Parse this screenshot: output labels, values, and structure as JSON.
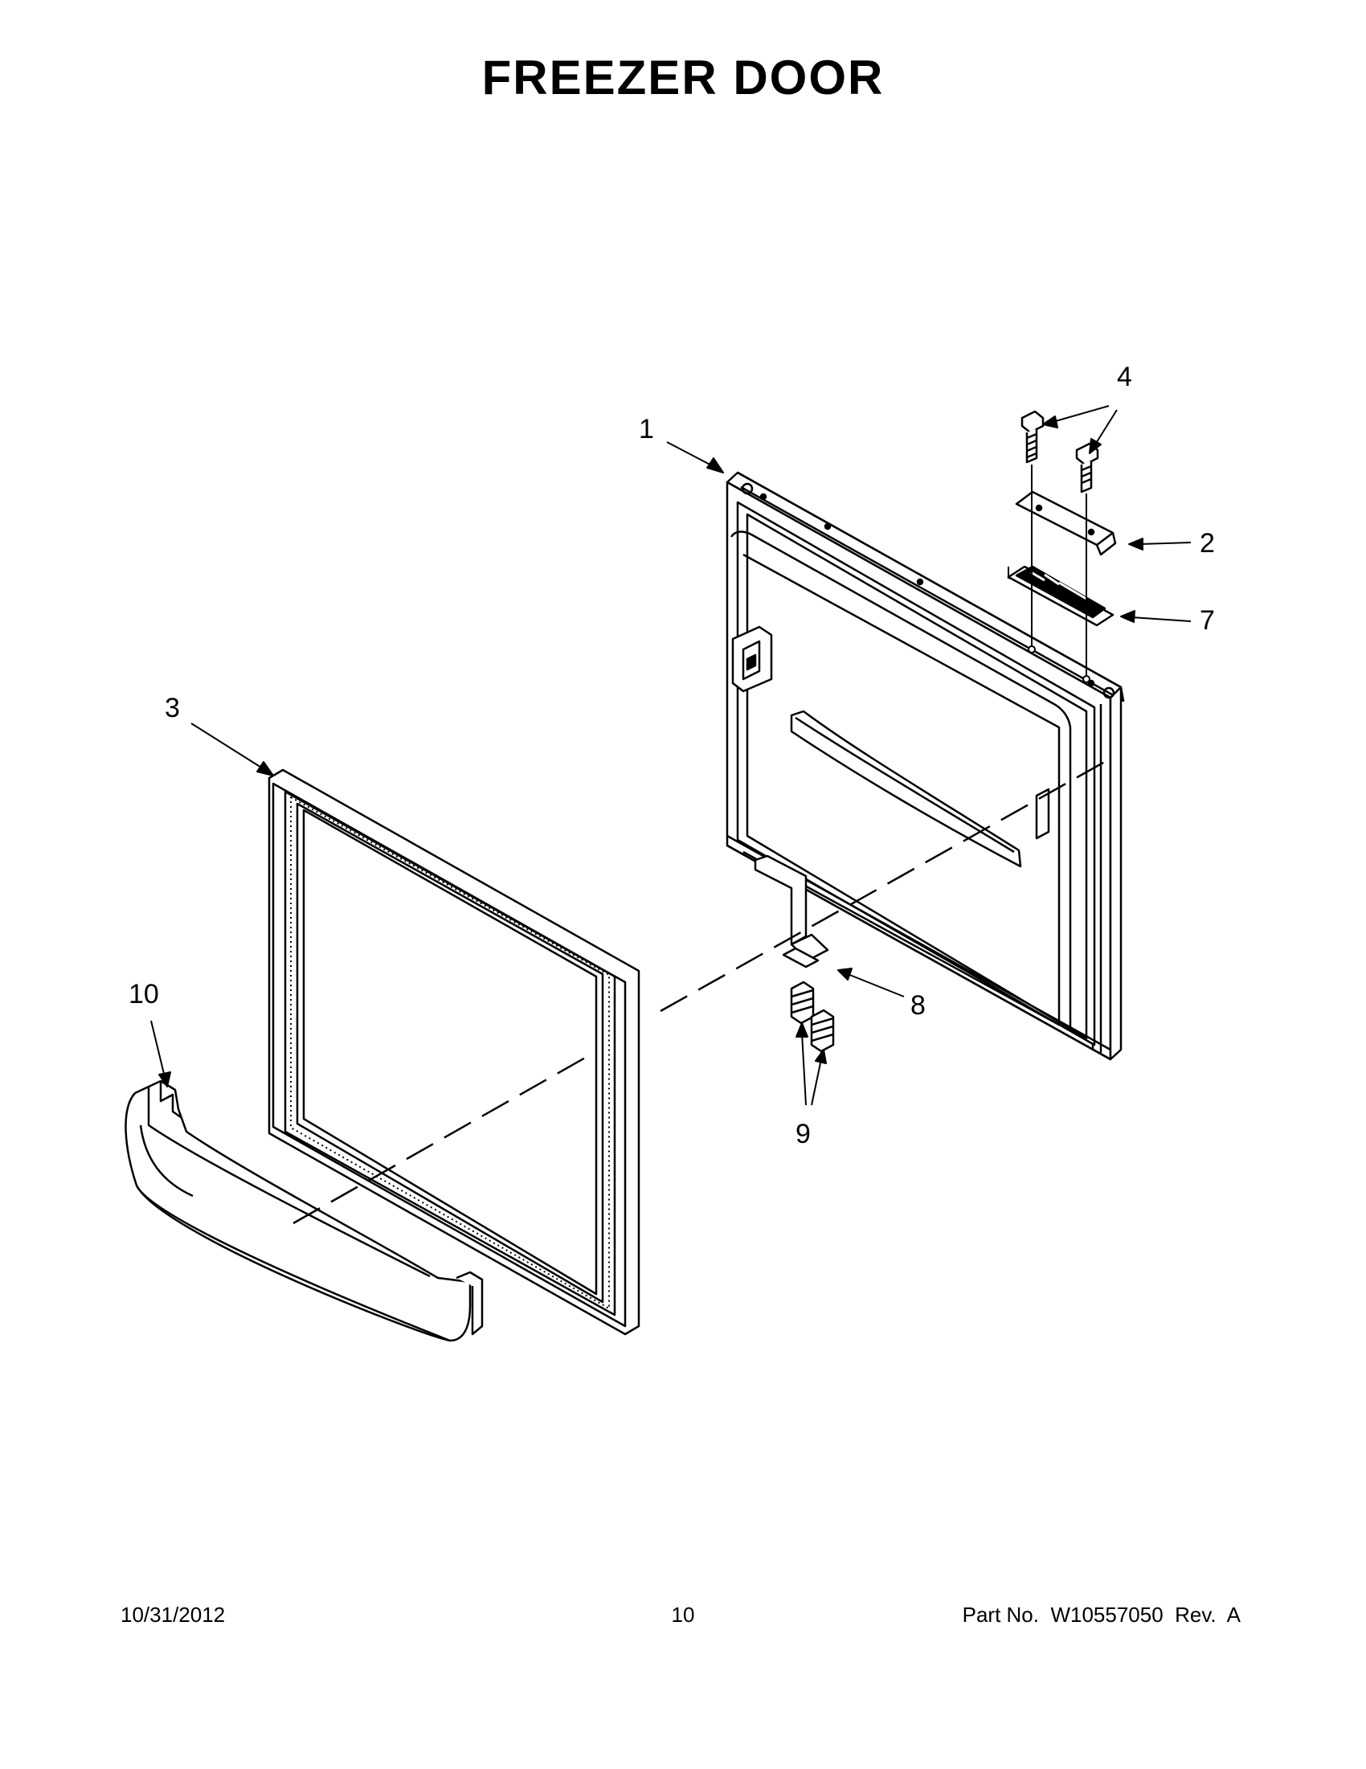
{
  "title": "FREEZER DOOR",
  "callouts": [
    {
      "id": "c1",
      "label": "1"
    },
    {
      "id": "c2",
      "label": "2"
    },
    {
      "id": "c3",
      "label": "3"
    },
    {
      "id": "c4",
      "label": "4"
    },
    {
      "id": "c7",
      "label": "7"
    },
    {
      "id": "c8",
      "label": "8"
    },
    {
      "id": "c9",
      "label": "9"
    },
    {
      "id": "c10",
      "label": "10"
    }
  ],
  "footer": {
    "date": "10/31/2012",
    "page": "10",
    "part_no": "Part No.  W10557050  Rev.  A"
  }
}
